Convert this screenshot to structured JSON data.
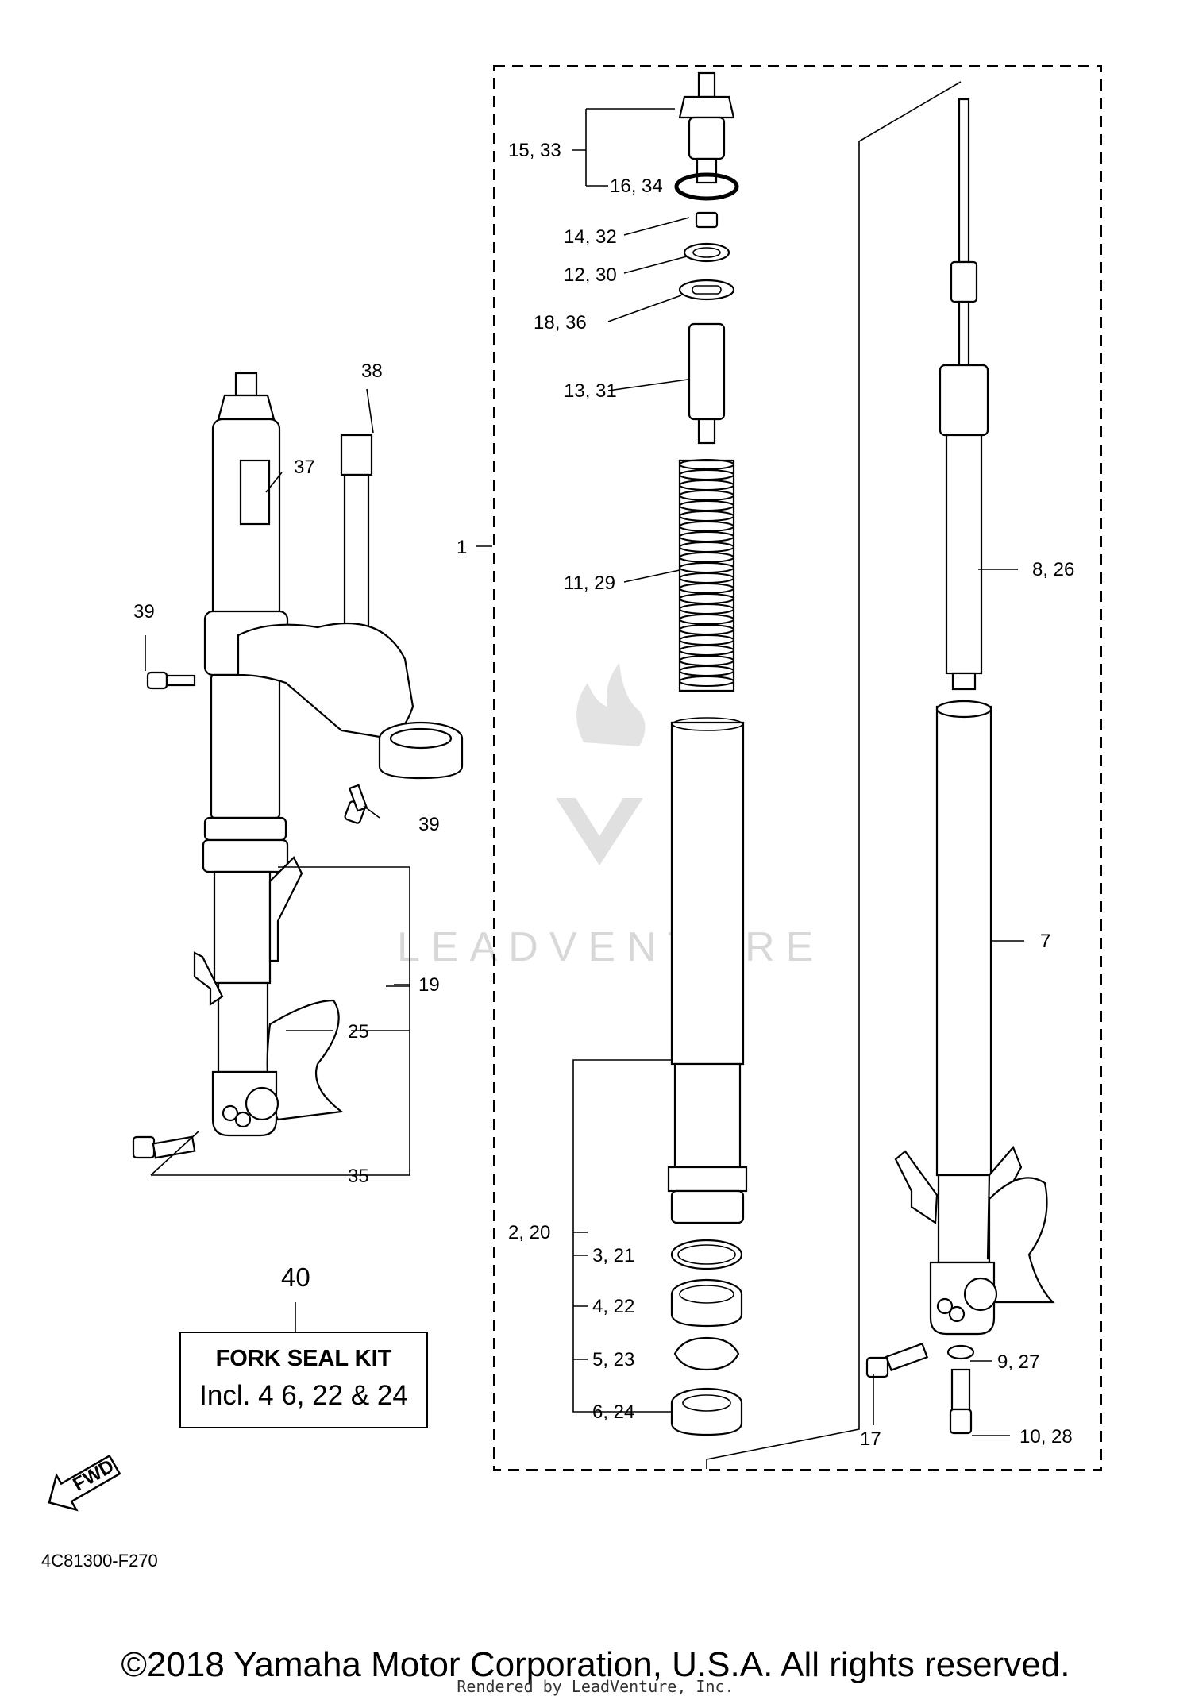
{
  "callouts": [
    {
      "id": "c1",
      "text": "1"
    },
    {
      "id": "c2",
      "text": "2, 20"
    },
    {
      "id": "c3",
      "text": "3, 21"
    },
    {
      "id": "c4",
      "text": "4, 22"
    },
    {
      "id": "c5",
      "text": "5, 23"
    },
    {
      "id": "c6",
      "text": "6, 24"
    },
    {
      "id": "c7",
      "text": "7"
    },
    {
      "id": "c8",
      "text": "8, 26"
    },
    {
      "id": "c9",
      "text": "9, 27"
    },
    {
      "id": "c10",
      "text": "10, 28"
    },
    {
      "id": "c11",
      "text": "11, 29"
    },
    {
      "id": "c12",
      "text": "12, 30"
    },
    {
      "id": "c13",
      "text": "13, 31"
    },
    {
      "id": "c14",
      "text": "14, 32"
    },
    {
      "id": "c15",
      "text": "15, 33"
    },
    {
      "id": "c16",
      "text": "16, 34"
    },
    {
      "id": "c17",
      "text": "17"
    },
    {
      "id": "c18",
      "text": "18, 36"
    },
    {
      "id": "c19",
      "text": "19"
    },
    {
      "id": "c25",
      "text": "25"
    },
    {
      "id": "c35",
      "text": "35"
    },
    {
      "id": "c37",
      "text": "37"
    },
    {
      "id": "c38",
      "text": "38"
    },
    {
      "id": "c39a",
      "text": "39"
    },
    {
      "id": "c39b",
      "text": "39"
    }
  ],
  "kit": {
    "number": "40",
    "title": "FORK SEAL KIT",
    "includes": "Incl. 4 6, 22 & 24"
  },
  "fwd_label": "FWD",
  "diagram_code": "4C81300-F270",
  "copyright": "©2018 Yamaha Motor Corporation, U.S.A. All rights reserved.",
  "rendered_by": "Rendered by LeadVenture, Inc.",
  "watermark": "LEADVENTURE"
}
